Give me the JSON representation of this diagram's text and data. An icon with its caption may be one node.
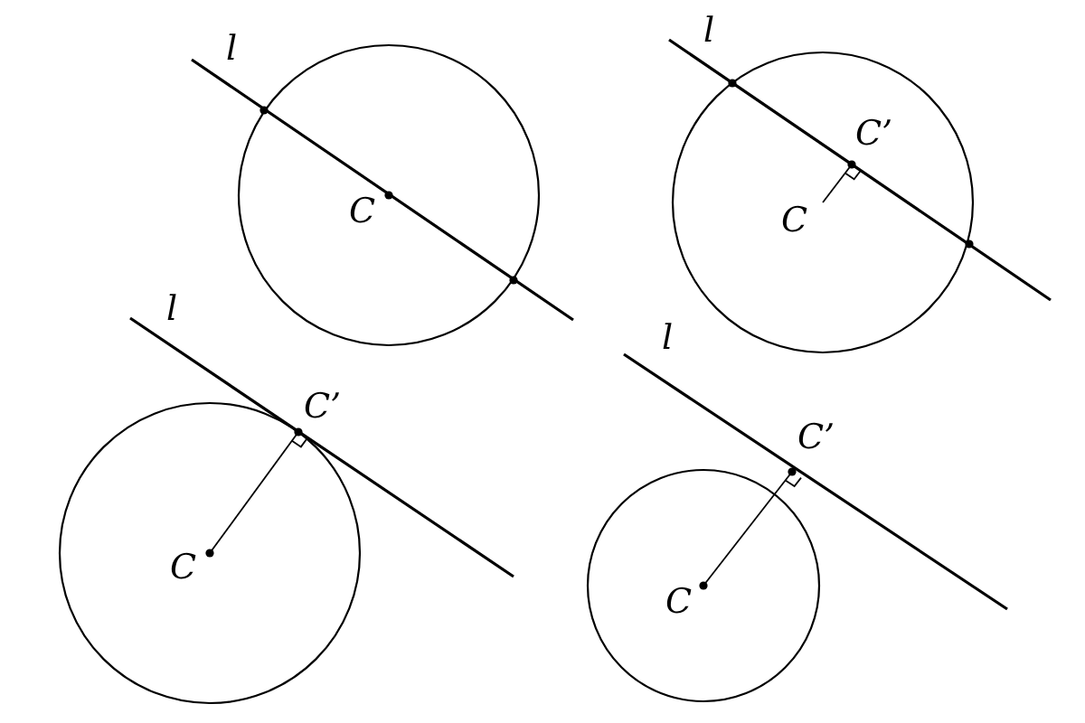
{
  "diagram": {
    "labels": [
      "l",
      "C",
      "l",
      "C’",
      "C",
      "l",
      "C’",
      "C",
      "l",
      "C’",
      "C"
    ]
  }
}
